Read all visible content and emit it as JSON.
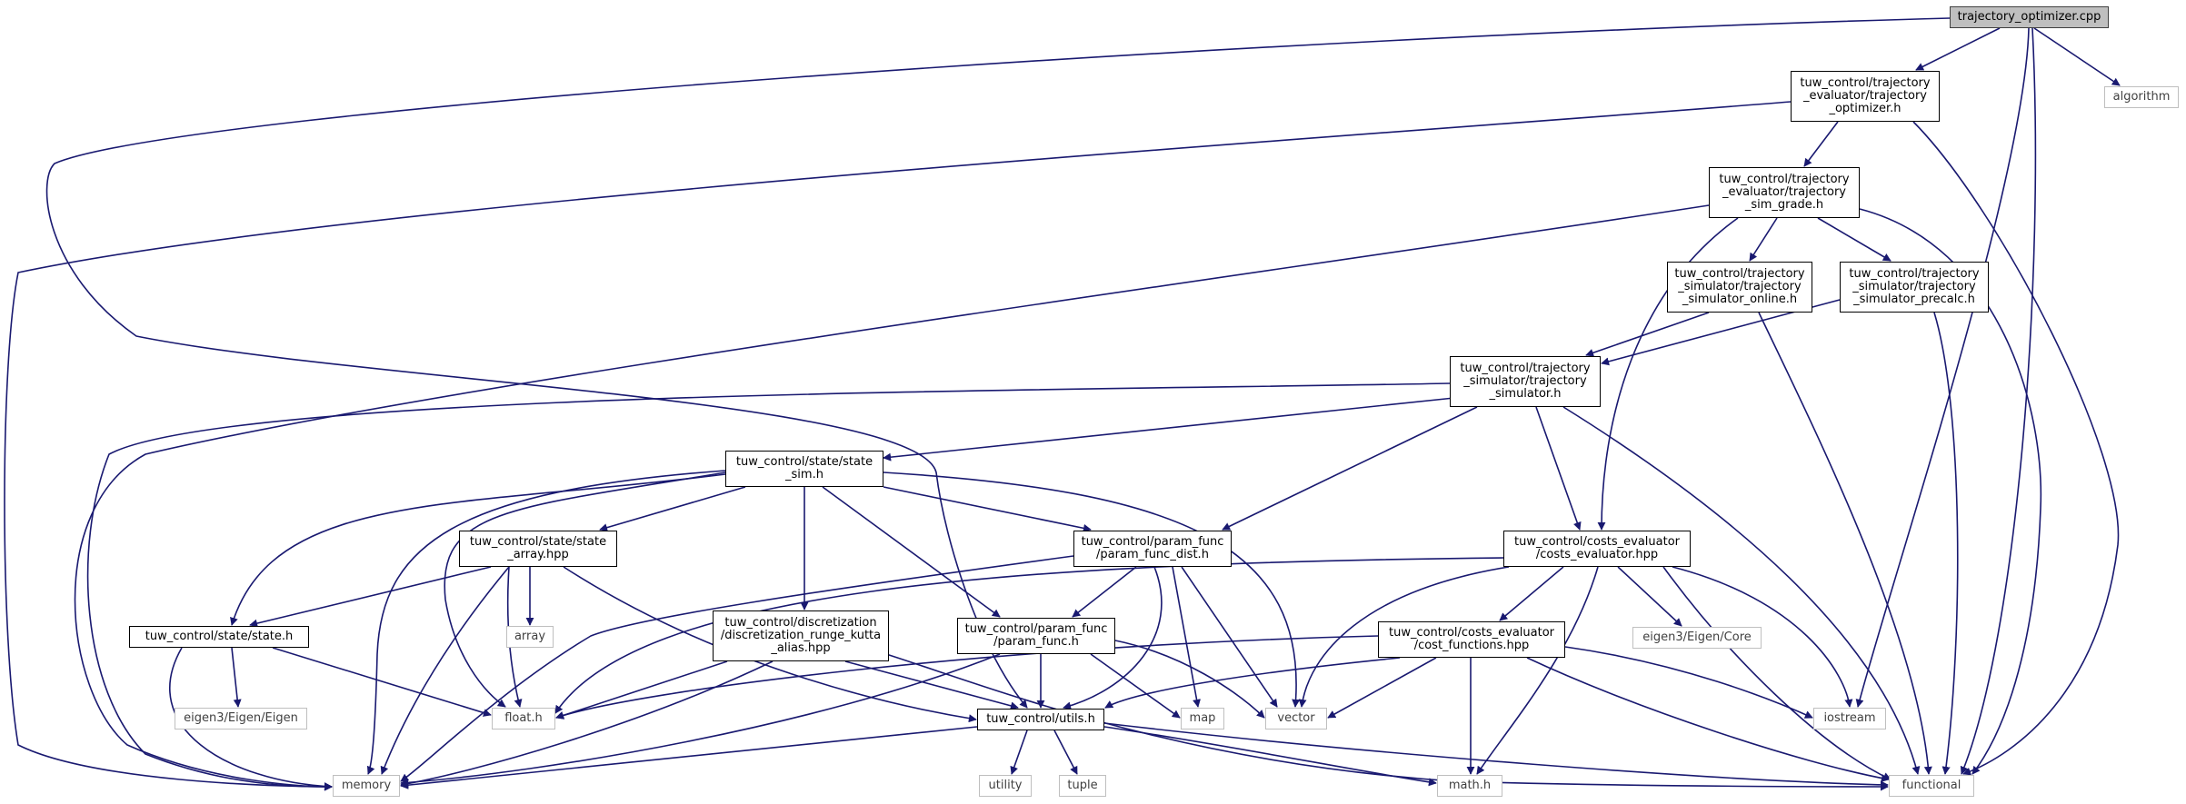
{
  "colors": {
    "edge": "#191970",
    "root_fill": "#bfbfbf",
    "system_border": "#bfbfbf"
  },
  "graph": {
    "title": "trajectory_optimizer.cpp",
    "nodes": {
      "root": "trajectory_optimizer.cpp",
      "traj_opt": "tuw_control/trajectory\n_evaluator/trajectory\n_optimizer.h",
      "algorithm": "algorithm",
      "sim_grade": "tuw_control/trajectory\n_evaluator/trajectory\n_sim_grade.h",
      "sim_online": "tuw_control/trajectory\n_simulator/trajectory\n_simulator_online.h",
      "sim_precalc": "tuw_control/trajectory\n_simulator/trajectory\n_simulator_precalc.h",
      "traj_sim": "tuw_control/trajectory\n_simulator/trajectory\n_simulator.h",
      "state_sim": "tuw_control/state/state\n_sim.h",
      "state_array": "tuw_control/state/state\n_array.hpp",
      "param_func_dist": "tuw_control/param_func\n/param_func_dist.h",
      "costs_evaluator": "tuw_control/costs_evaluator\n/costs_evaluator.hpp",
      "state_h": "tuw_control/state/state.h",
      "array": "array",
      "discretization": "tuw_control/discretization\n/discretization_runge_kutta\n_alias.hpp",
      "param_func": "tuw_control/param_func\n/param_func.h",
      "cost_functions": "tuw_control/costs_evaluator\n/cost_functions.hpp",
      "eigen3_core": "eigen3/Eigen/Core",
      "eigen3_eigen": "eigen3/Eigen/Eigen",
      "float_h": "float.h",
      "utils_h": "tuw_control/utils.h",
      "map": "map",
      "vector": "vector",
      "iostream": "iostream",
      "memory": "memory",
      "utility": "utility",
      "tuple": "tuple",
      "math_h": "math.h",
      "functional": "functional"
    }
  }
}
